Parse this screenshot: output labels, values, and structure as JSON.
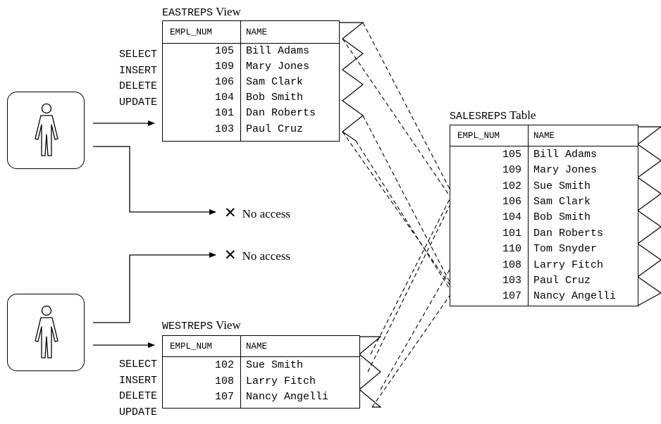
{
  "privileges": [
    "SELECT",
    "INSERT",
    "DELETE",
    "UPDATE"
  ],
  "east_view": {
    "name": "EASTREPS",
    "kind": "View",
    "columns": [
      "EMPL_NUM",
      "NAME"
    ],
    "rows": [
      {
        "num": "105",
        "name": "Bill Adams"
      },
      {
        "num": "109",
        "name": "Mary Jones"
      },
      {
        "num": "106",
        "name": "Sam Clark"
      },
      {
        "num": "104",
        "name": "Bob Smith"
      },
      {
        "num": "101",
        "name": "Dan Roberts"
      },
      {
        "num": "103",
        "name": "Paul Cruz"
      }
    ]
  },
  "west_view": {
    "name": "WESTREPS",
    "kind": "View",
    "columns": [
      "EMPL_NUM",
      "NAME"
    ],
    "rows": [
      {
        "num": "102",
        "name": "Sue Smith"
      },
      {
        "num": "108",
        "name": "Larry Fitch"
      },
      {
        "num": "107",
        "name": "Nancy Angelli"
      }
    ]
  },
  "sales_table": {
    "name": "SALESREPS",
    "kind": "Table",
    "columns": [
      "EMPL_NUM",
      "NAME"
    ],
    "rows": [
      {
        "num": "105",
        "name": "Bill Adams"
      },
      {
        "num": "109",
        "name": "Mary Jones"
      },
      {
        "num": "102",
        "name": "Sue Smith"
      },
      {
        "num": "106",
        "name": "Sam Clark"
      },
      {
        "num": "104",
        "name": "Bob Smith"
      },
      {
        "num": "101",
        "name": "Dan Roberts"
      },
      {
        "num": "110",
        "name": "Tom Snyder"
      },
      {
        "num": "108",
        "name": "Larry Fitch"
      },
      {
        "num": "103",
        "name": "Paul Cruz"
      },
      {
        "num": "107",
        "name": "Nancy Angelli"
      }
    ]
  },
  "no_access": {
    "mark": "✕",
    "label": "No access"
  }
}
